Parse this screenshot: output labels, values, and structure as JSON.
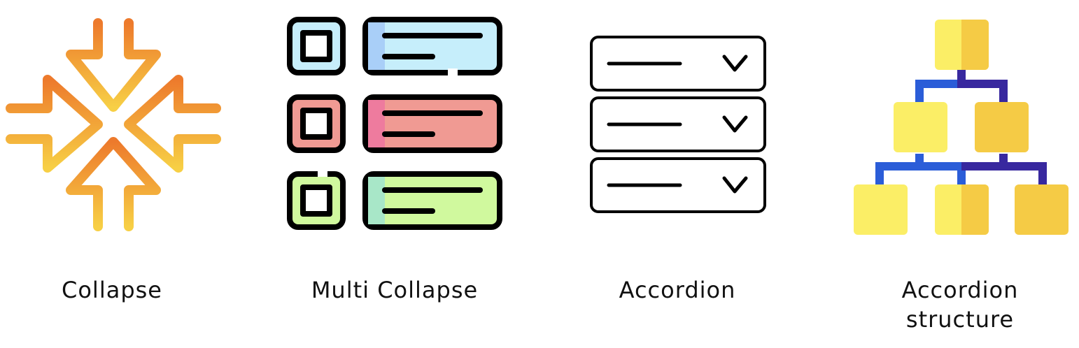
{
  "items": [
    {
      "label": "Collapse",
      "icon": "collapse-arrows-icon"
    },
    {
      "label": "Multi Collapse",
      "icon": "multi-collapse-icon"
    },
    {
      "label": "Accordion",
      "icon": "accordion-icon"
    },
    {
      "label_line1": "Accordion",
      "label_line2": "structure",
      "icon": "hierarchy-tree-icon"
    }
  ],
  "colors": {
    "collapse_top": "#ED7A2C",
    "collapse_bottom": "#F7CF45",
    "outline": "#000000",
    "light_blue": "#C6EEFB",
    "blue": "#A9CFF8",
    "salmon": "#F09A93",
    "pink": "#EE7B9E",
    "lime": "#D0F99E",
    "mint": "#A8E7C8",
    "yellow_light": "#FBEE66",
    "yellow_dark": "#F5CB45",
    "connector_blue": "#2B5DD8",
    "connector_purple": "#38289F"
  }
}
